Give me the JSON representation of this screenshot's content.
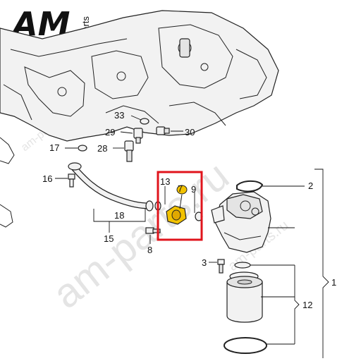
{
  "brand": {
    "logo_text": "AM",
    "logo_suffix": "parts",
    "logo_color": "#111111"
  },
  "watermark": {
    "text_main": "am-parts.ru",
    "text_small": "am-parts.ru"
  },
  "highlight": {
    "color": "#e0141c",
    "part_color": "#f2c200"
  },
  "callouts": {
    "c1": "1",
    "c2": "2",
    "c3": "3",
    "c7": "7",
    "c8": "8",
    "c9": "9",
    "c12": "12",
    "c13": "13",
    "c15": "15",
    "c16": "16",
    "c17": "17",
    "c18": "18",
    "c28": "28",
    "c29": "29",
    "c30": "30",
    "c33": "33"
  }
}
